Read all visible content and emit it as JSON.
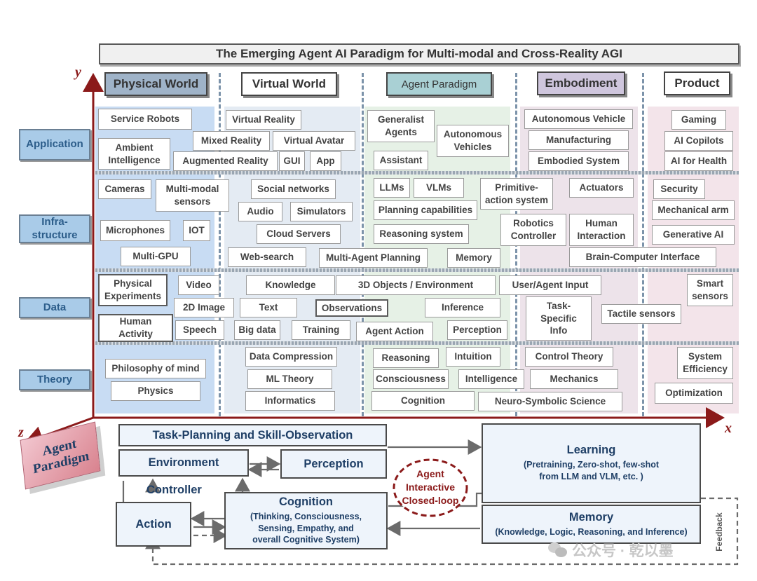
{
  "title": "The Emerging Agent AI Paradigm for Multi-modal and Cross-Reality AGI",
  "axes": {
    "y": "y",
    "x": "x",
    "z": "z"
  },
  "columns": {
    "physical": "Physical World",
    "virtual": "Virtual World",
    "agent": "Agent Paradigm",
    "embodiment": "Embodiment",
    "product": "Product"
  },
  "rows": {
    "application": "Application",
    "infrastructure": "Infra-\nstructure",
    "data": "Data",
    "theory": "Theory"
  },
  "cells": {
    "service_robots": "Service Robots",
    "ambient_intelligence": "Ambient\nIntelligence",
    "mixed_reality": "Mixed Reality",
    "virtual_reality": "Virtual Reality",
    "virtual_avatar": "Virtual Avatar",
    "augmented_reality": "Augmented Reality",
    "gui": "GUI",
    "app": "App",
    "generalist_agents": "Generalist\nAgents",
    "autonomous_vehicles": "Autonomous\nVehicles",
    "assistant": "Assistant",
    "autonomous_vehicle": "Autonomous Vehicle",
    "manufacturing": "Manufacturing",
    "embodied_system": "Embodied System",
    "gaming": "Gaming",
    "ai_copilots": "AI Copilots",
    "ai_for_health": "AI for Health",
    "cameras": "Cameras",
    "multimodal_sensors": "Multi-modal\nsensors",
    "microphones": "Microphones",
    "iot": "IOT",
    "multi_gpu": "Multi-GPU",
    "social_networks": "Social networks",
    "audio": "Audio",
    "simulators": "Simulators",
    "cloud_servers": "Cloud Servers",
    "web_search": "Web-search",
    "llms": "LLMs",
    "vlms": "VLMs",
    "primitive_action": "Primitive-\naction system",
    "planning_capabilities": "Planning capabilities",
    "reasoning_system": "Reasoning system",
    "multi_agent_planning": "Multi-Agent Planning",
    "memory": "Memory",
    "actuators": "Actuators",
    "robotics_controller": "Robotics\nController",
    "human_interaction": "Human\nInteraction",
    "brain_computer": "Brain-Computer Interface",
    "security": "Security",
    "mechanical_arm": "Mechanical arm",
    "generative_ai": "Generative AI",
    "physical_experiments": "Physical\nExperiments",
    "video": "Video",
    "image_2d": "2D Image",
    "human_activity": "Human\nActivity",
    "speech": "Speech",
    "knowledge": "Knowledge",
    "text": "Text",
    "big_data": "Big data",
    "training": "Training",
    "objects_3d": "3D Objects / Environment",
    "observations": "Observations",
    "inference": "Inference",
    "agent_action": "Agent Action",
    "perception": "Perception",
    "user_agent_input": "User/Agent  Input",
    "task_specific": "Task-\nSpecific\nInfo",
    "tactile_sensors": "Tactile sensors",
    "smart_sensors": "Smart\nsensors",
    "philosophy_of_mind": "Philosophy of mind",
    "physics": "Physics",
    "data_compression": "Data Compression",
    "ml_theory": "ML Theory",
    "informatics": "Informatics",
    "reasoning": "Reasoning",
    "intuition": "Intuition",
    "consciousness": "Consciousness",
    "intelligence": "Intelligence",
    "cognition": "Cognition",
    "control_theory": "Control Theory",
    "mechanics": "Mechanics",
    "neuro_symbolic": "Neuro-Symbolic Science",
    "system_efficiency": "System\nEfficiency",
    "optimization": "Optimization"
  },
  "paradigm_badge": "Agent\nParadigm",
  "loop": {
    "task_planning": "Task-Planning and Skill-Observation",
    "environment": "Environment",
    "perception": "Perception",
    "controller": "Controller",
    "action": "Action",
    "cognition_title": "Cognition",
    "cognition_sub": "(Thinking, Consciousness,\nSensing, Empathy, and\noverall Cognitive System)",
    "closed_loop": "Agent\nInteractive\nClosed-loop",
    "learning_title": "Learning",
    "learning_sub": "(Pretraining, Zero-shot, few-shot\nfrom LLM and VLM, etc. )",
    "memory_title": "Memory",
    "memory_sub": "(Knowledge, Logic, Reasoning, and Inference)",
    "feedback": "Feedback"
  },
  "watermark": "公众号 · 乾以墨",
  "colors": {
    "physical_bg": "#c8dcf3",
    "virtual_bg": "#e4ebf3",
    "agent_bg": "#e6f1e6",
    "embodiment_bg": "#ede3ea",
    "product_bg": "#f3e4ea",
    "axis": "#8b1a1a",
    "row_label": "#a9cbe8",
    "loop_text": "#1f3f66"
  }
}
